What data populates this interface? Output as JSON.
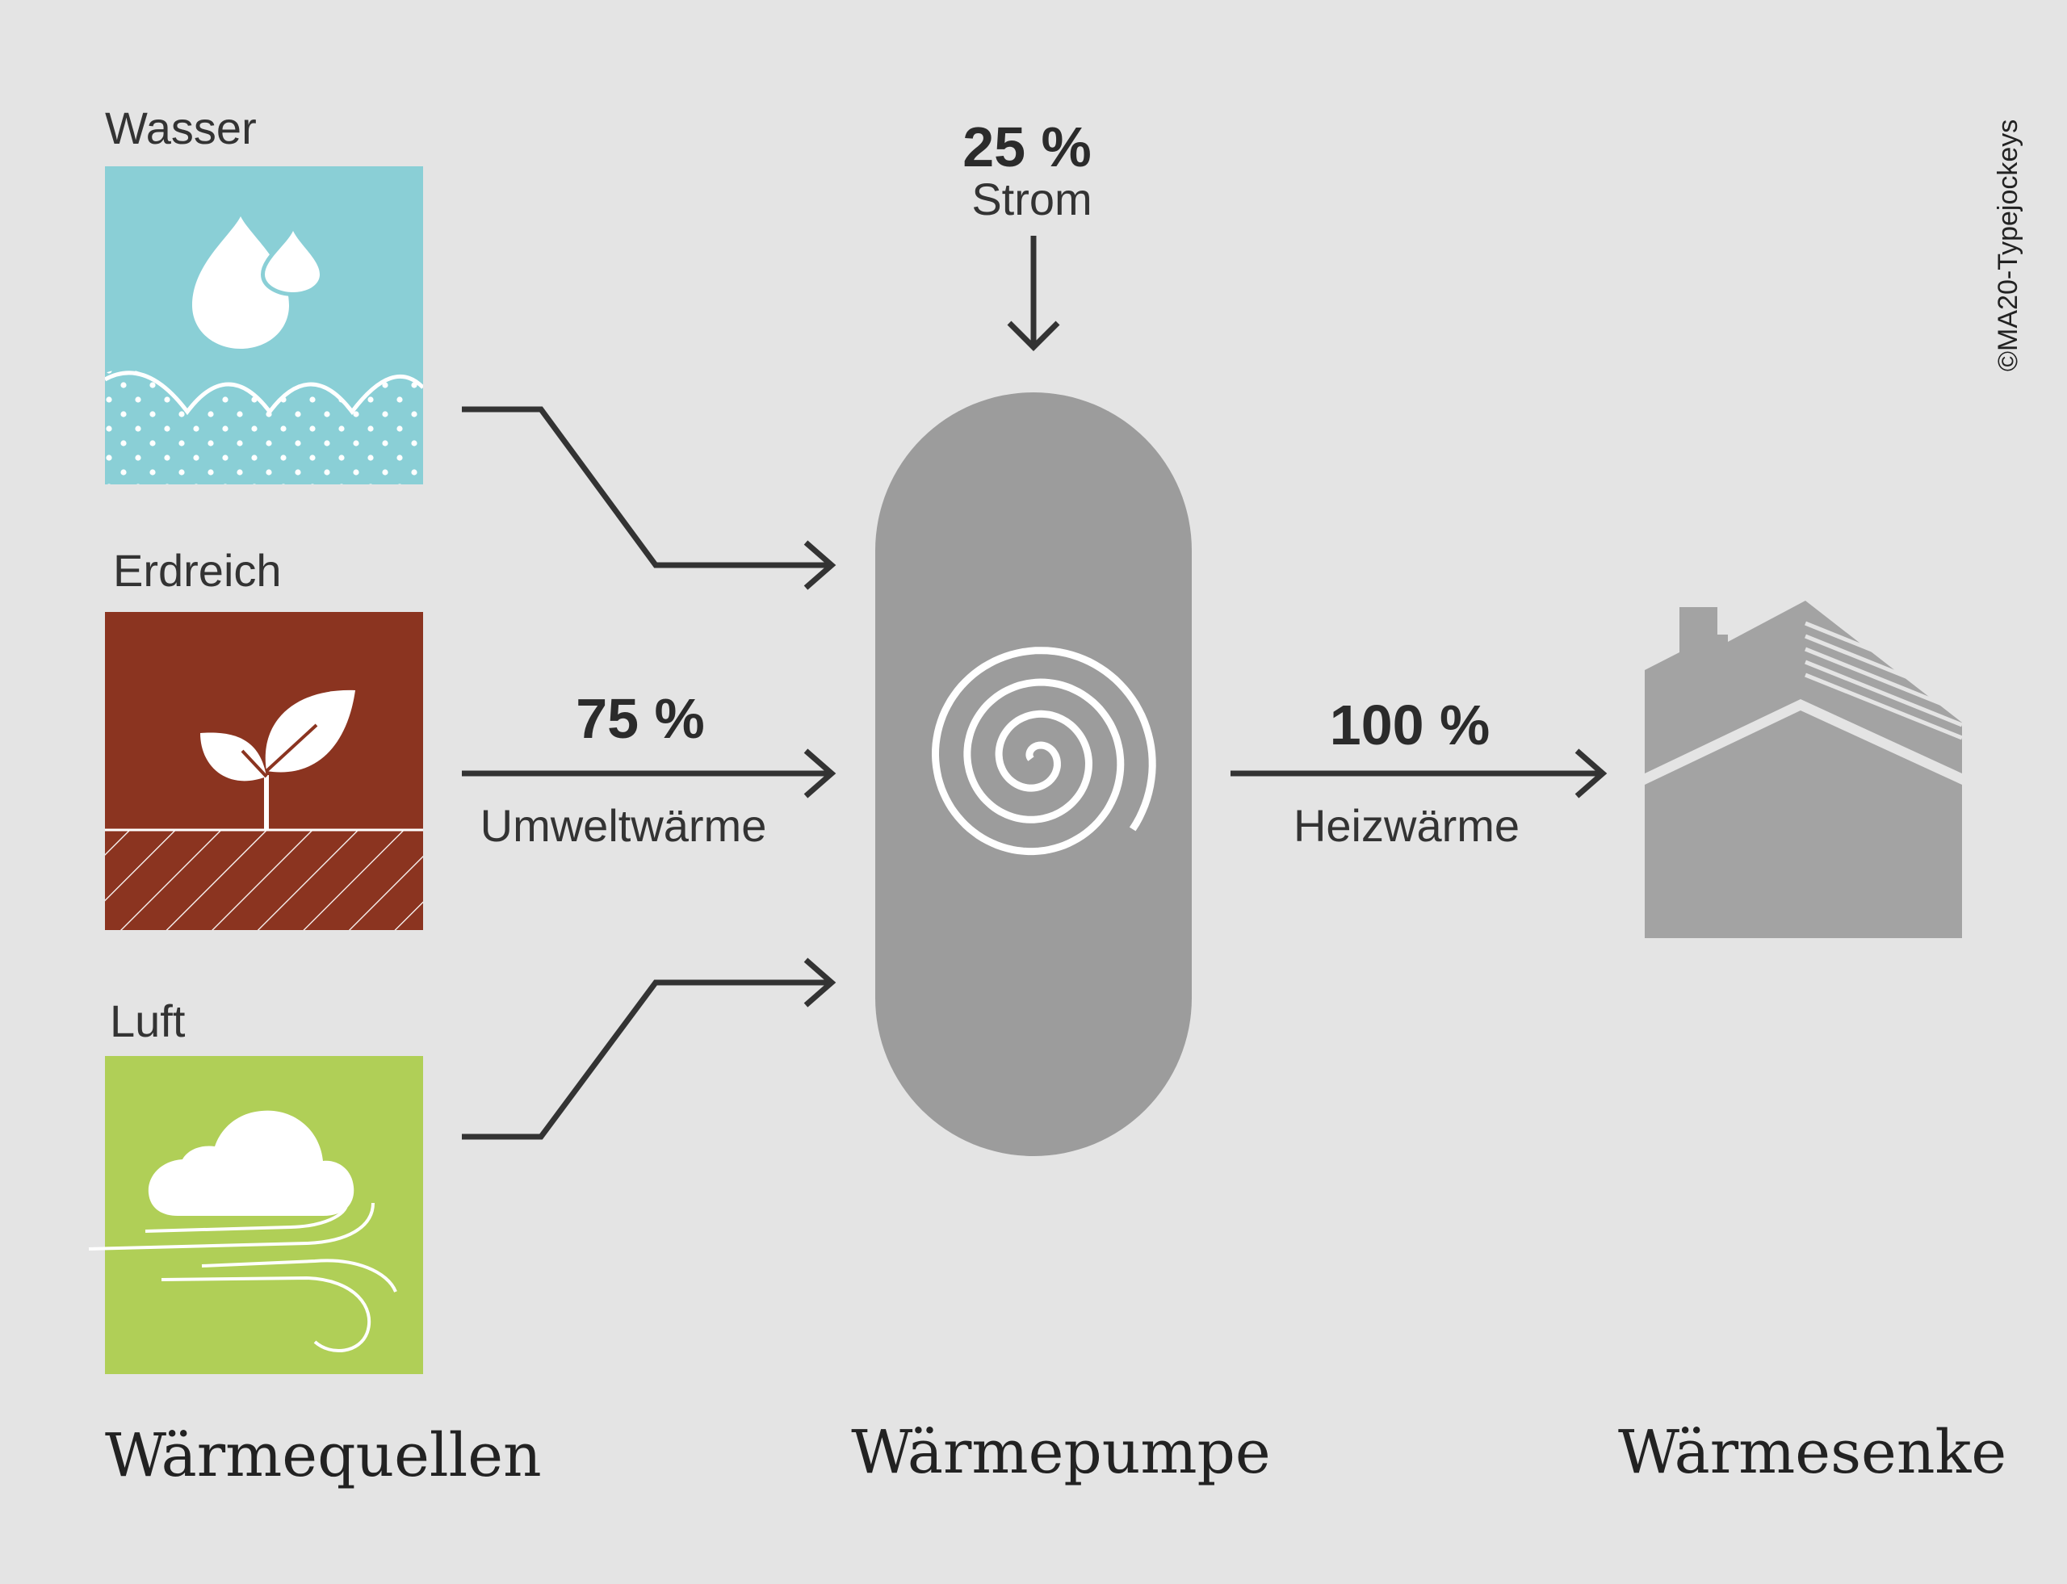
{
  "sources": {
    "water": {
      "label": "Wasser"
    },
    "soil": {
      "label": "Erdreich"
    },
    "air": {
      "label": "Luft"
    }
  },
  "flows": {
    "electricity": {
      "percent": "25 %",
      "label": "Strom"
    },
    "ambient": {
      "percent": "75 %",
      "label": "Umweltwärme"
    },
    "heating": {
      "percent": "100 %",
      "label": "Heizwärme"
    }
  },
  "captions": {
    "sources": "Wärmequellen",
    "pump": "Wärmepumpe",
    "sink": "Wärmesenke"
  },
  "credit": "©MA20-Typejockeys",
  "colors": {
    "background": "#e4e4e4",
    "water": "#8acfd6",
    "soil": "#8b3420",
    "air": "#b0cf57",
    "pump": "#9c9c9c",
    "house": "#a3a3a3",
    "arrow": "#333333"
  },
  "icons": {
    "water": "water-drops-waves-icon",
    "soil": "plant-sprout-icon",
    "air": "cloud-wind-icon",
    "pump": "spiral-icon",
    "sink": "house-icon"
  }
}
